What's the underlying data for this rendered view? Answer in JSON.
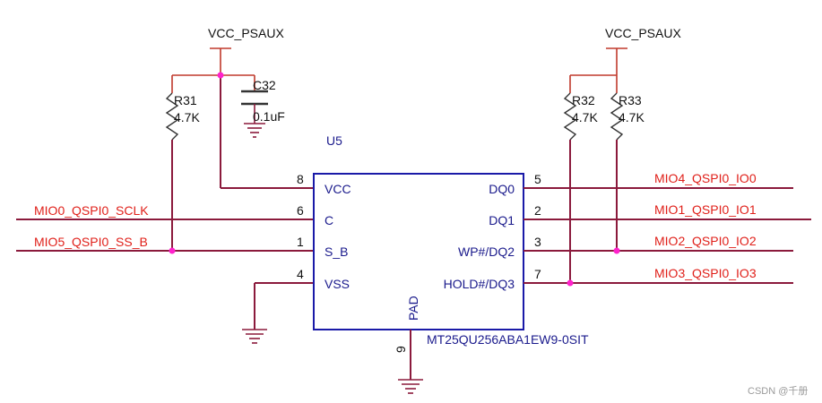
{
  "power": {
    "left_rail": "VCC_PSAUX",
    "right_rail": "VCC_PSAUX"
  },
  "components": {
    "r31": {
      "ref": "R31",
      "value": "4.7K"
    },
    "c32": {
      "ref": "C32",
      "value": "0.1uF"
    },
    "r32": {
      "ref": "R32",
      "value": "4.7K"
    },
    "r33": {
      "ref": "R33",
      "value": "4.7K"
    }
  },
  "chip": {
    "ref": "U5",
    "part_number": "MT25QU256ABA1EW9-0SIT",
    "pad_label": "PAD",
    "pad_pin": "9",
    "left_pins": [
      {
        "num": "8",
        "name": "VCC"
      },
      {
        "num": "6",
        "name": "C"
      },
      {
        "num": "1",
        "name": "S_B"
      },
      {
        "num": "4",
        "name": "VSS"
      }
    ],
    "right_pins": [
      {
        "num": "5",
        "name": "DQ0"
      },
      {
        "num": "2",
        "name": "DQ1"
      },
      {
        "num": "3",
        "name": "WP#/DQ2"
      },
      {
        "num": "7",
        "name": "HOLD#/DQ3"
      }
    ]
  },
  "nets": {
    "left": [
      "MIO0_QSPI0_SCLK",
      "MIO5_QSPI0_SS_B"
    ],
    "right": [
      "MIO4_QSPI0_IO0",
      "MIO1_QSPI0_IO1",
      "MIO2_QSPI0_IO2",
      "MIO3_QSPI0_IO3"
    ]
  },
  "watermark": "CSDN @千册",
  "colors": {
    "net_label": "#e0201a",
    "wire": "#8b1a3c",
    "chip_outline": "#1a1aa8",
    "junction": "#ff22cc"
  }
}
